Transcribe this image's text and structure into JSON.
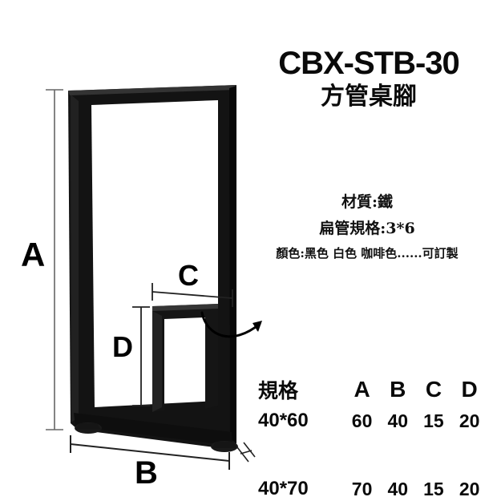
{
  "page": {
    "background_color": "#ffffff",
    "product_color": "#121212",
    "line_color": "#555555"
  },
  "title": {
    "model_code": "CBX-STB-30",
    "product_name": "方管桌腳"
  },
  "specs": {
    "material": "材質:鐵",
    "tube_spec": "扁管規格:3*6",
    "colors": "顏色:黑色 白色 咖啡色......可訂製"
  },
  "dimension_labels": {
    "a": "A",
    "b": "B",
    "c": "C",
    "d": "D"
  },
  "spec_table": {
    "headers": [
      "規格",
      "A",
      "B",
      "C",
      "D"
    ],
    "rows": [
      {
        "size": "40*60",
        "a": "60",
        "b": "40",
        "c": "15",
        "d": "20"
      },
      {
        "size": "40*70",
        "a": "70",
        "b": "40",
        "c": "15",
        "d": "20"
      }
    ]
  },
  "illustration": {
    "name": "square-tube-table-leg",
    "parts": [
      "outer-frame",
      "inner-bracket",
      "left-foot",
      "right-foot",
      "rotation-arrow"
    ]
  }
}
